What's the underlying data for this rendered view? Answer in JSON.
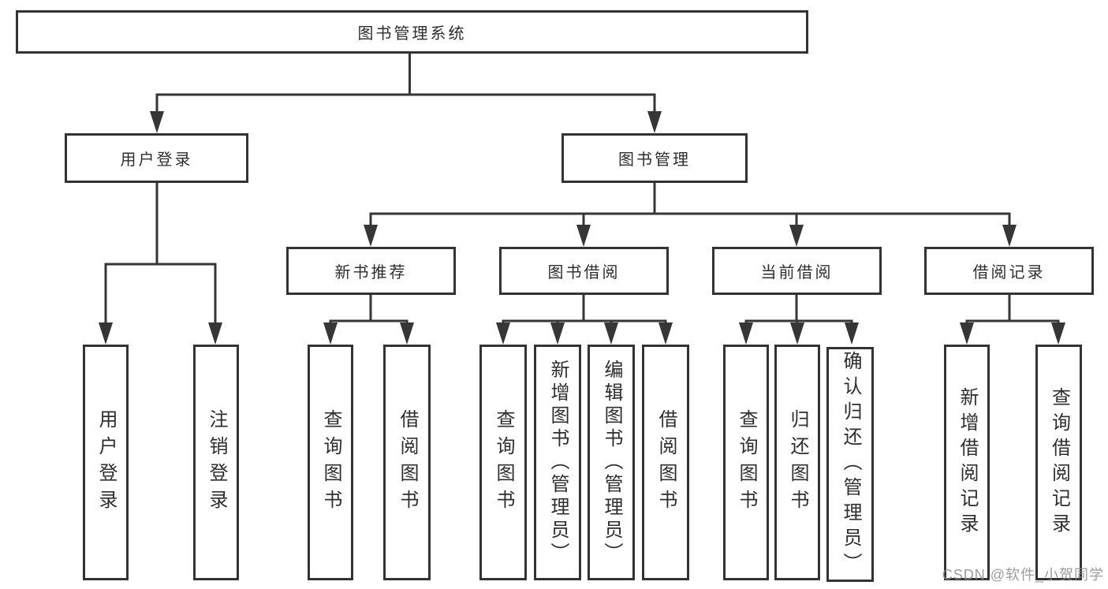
{
  "tree": {
    "root": "图书管理系统",
    "branches": [
      {
        "label": "用户登录",
        "leaves": [
          "用户登录",
          "注销登录"
        ]
      },
      {
        "label": "图书管理",
        "groups": [
          {
            "label": "新书推荐",
            "leaves": [
              "查询图书",
              "借阅图书"
            ]
          },
          {
            "label": "图书借阅",
            "leaves": [
              "查询图书",
              "新增图书（管理员）",
              "编辑图书（管理员）",
              "借阅图书"
            ]
          },
          {
            "label": "当前借阅",
            "leaves": [
              "查询图书",
              "归还图书",
              "确认归还（管理员）"
            ]
          },
          {
            "label": "借阅记录",
            "leaves": [
              "新增借阅记录",
              "查询借阅记录"
            ]
          }
        ]
      }
    ]
  },
  "watermark": "CSDN @软件_小贺同学",
  "colors": {
    "line": "#363636",
    "box_border": "#333333",
    "text": "#2e2e2e",
    "watermark": "#8c8c8c",
    "background": "#ffffff"
  }
}
